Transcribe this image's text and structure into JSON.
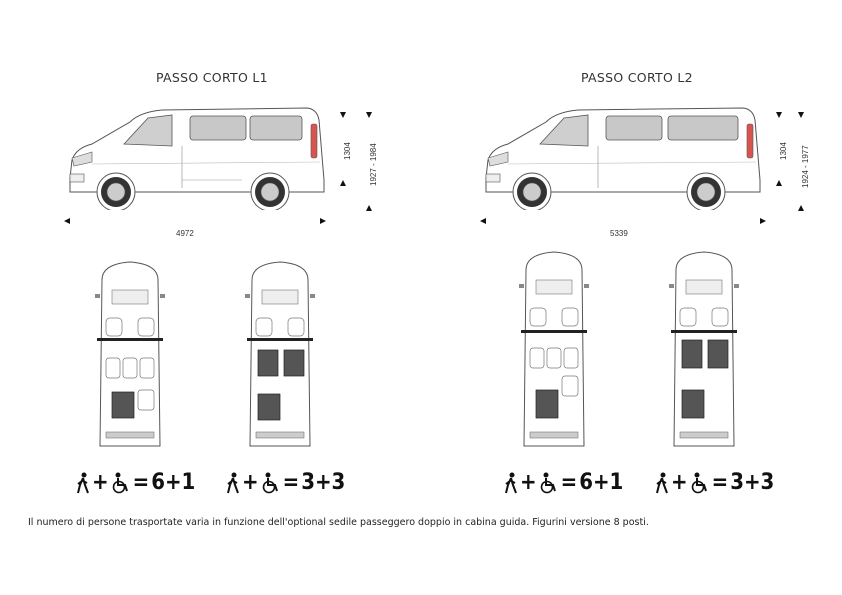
{
  "sections": [
    {
      "title": "PASSO CORTO L1",
      "length": "4972",
      "height_roof": "1304",
      "height_total": "1927 - 1984",
      "layouts": [
        {
          "seats": "6+1",
          "equals": "="
        },
        {
          "seats": "3+3",
          "equals": "="
        }
      ]
    },
    {
      "title": "PASSO CORTO L2",
      "length": "5339",
      "height_roof": "1304",
      "height_total": "1924 - 1977",
      "layouts": [
        {
          "seats": "6+1",
          "equals": "="
        },
        {
          "seats": "3+3",
          "equals": "="
        }
      ]
    }
  ],
  "plus_sign": "+",
  "footnote": "Il numero di persone trasportate varia in funzione dell'optional sedile passeggero doppio in cabina guida. Figurini versione 8 posti.",
  "icons": {
    "person": "walking-person-icon",
    "wheelchair": "wheelchair-icon"
  },
  "colors": {
    "van_body": "#ffffff",
    "outline": "#555555",
    "window": "#c8c8c8",
    "text": "#111111"
  }
}
